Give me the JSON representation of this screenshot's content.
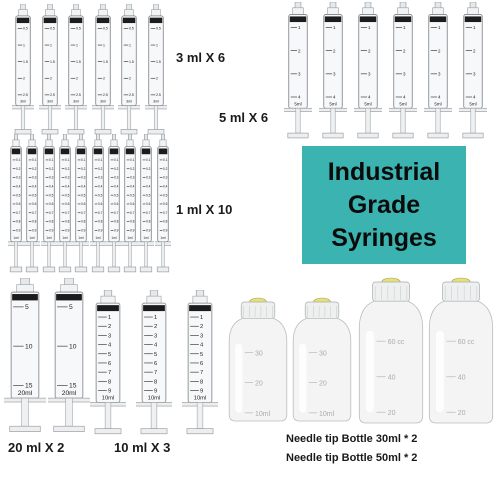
{
  "banner": {
    "line1": "Industrial",
    "line2": "Grade",
    "line3": "Syringes",
    "background": "#3bb3b0"
  },
  "labels": {
    "ml3": "3 ml X 6",
    "ml5": "5 ml X 6",
    "ml1": "1 ml X 10",
    "ml20": "20 ml X 2",
    "ml10": "10 ml X 3",
    "bottle30": "Needle tip Bottle 30ml * 2",
    "bottle50": "Needle tip Bottle 50ml * 2"
  },
  "products": {
    "syringe_3ml": {
      "count": 6,
      "capacity_text": "3ml",
      "marks": [
        "0.5",
        "1",
        "1.5",
        "2",
        "2.5"
      ]
    },
    "syringe_5ml": {
      "count": 6,
      "capacity_text": "5ml",
      "marks": [
        "1",
        "2",
        "3",
        "4"
      ]
    },
    "syringe_1ml": {
      "count": 10,
      "capacity_text": "1ml",
      "marks": [
        "0.1",
        "0.2",
        "0.3",
        "0.4",
        "0.5",
        "0.6",
        "0.7",
        "0.8",
        "0.9"
      ]
    },
    "syringe_20ml": {
      "count": 2,
      "capacity_text": "20ml",
      "marks": [
        "5",
        "10",
        "15"
      ]
    },
    "syringe_10ml": {
      "count": 3,
      "capacity_text": "10ml",
      "marks": [
        "1",
        "2",
        "3",
        "4",
        "5",
        "6",
        "7",
        "8",
        "9"
      ]
    },
    "bottle_30ml": {
      "count": 2,
      "marks": [
        "30",
        "20",
        "10ml"
      ]
    },
    "bottle_50ml": {
      "count": 2,
      "marks": [
        "60 cc",
        "40",
        "20"
      ]
    }
  }
}
